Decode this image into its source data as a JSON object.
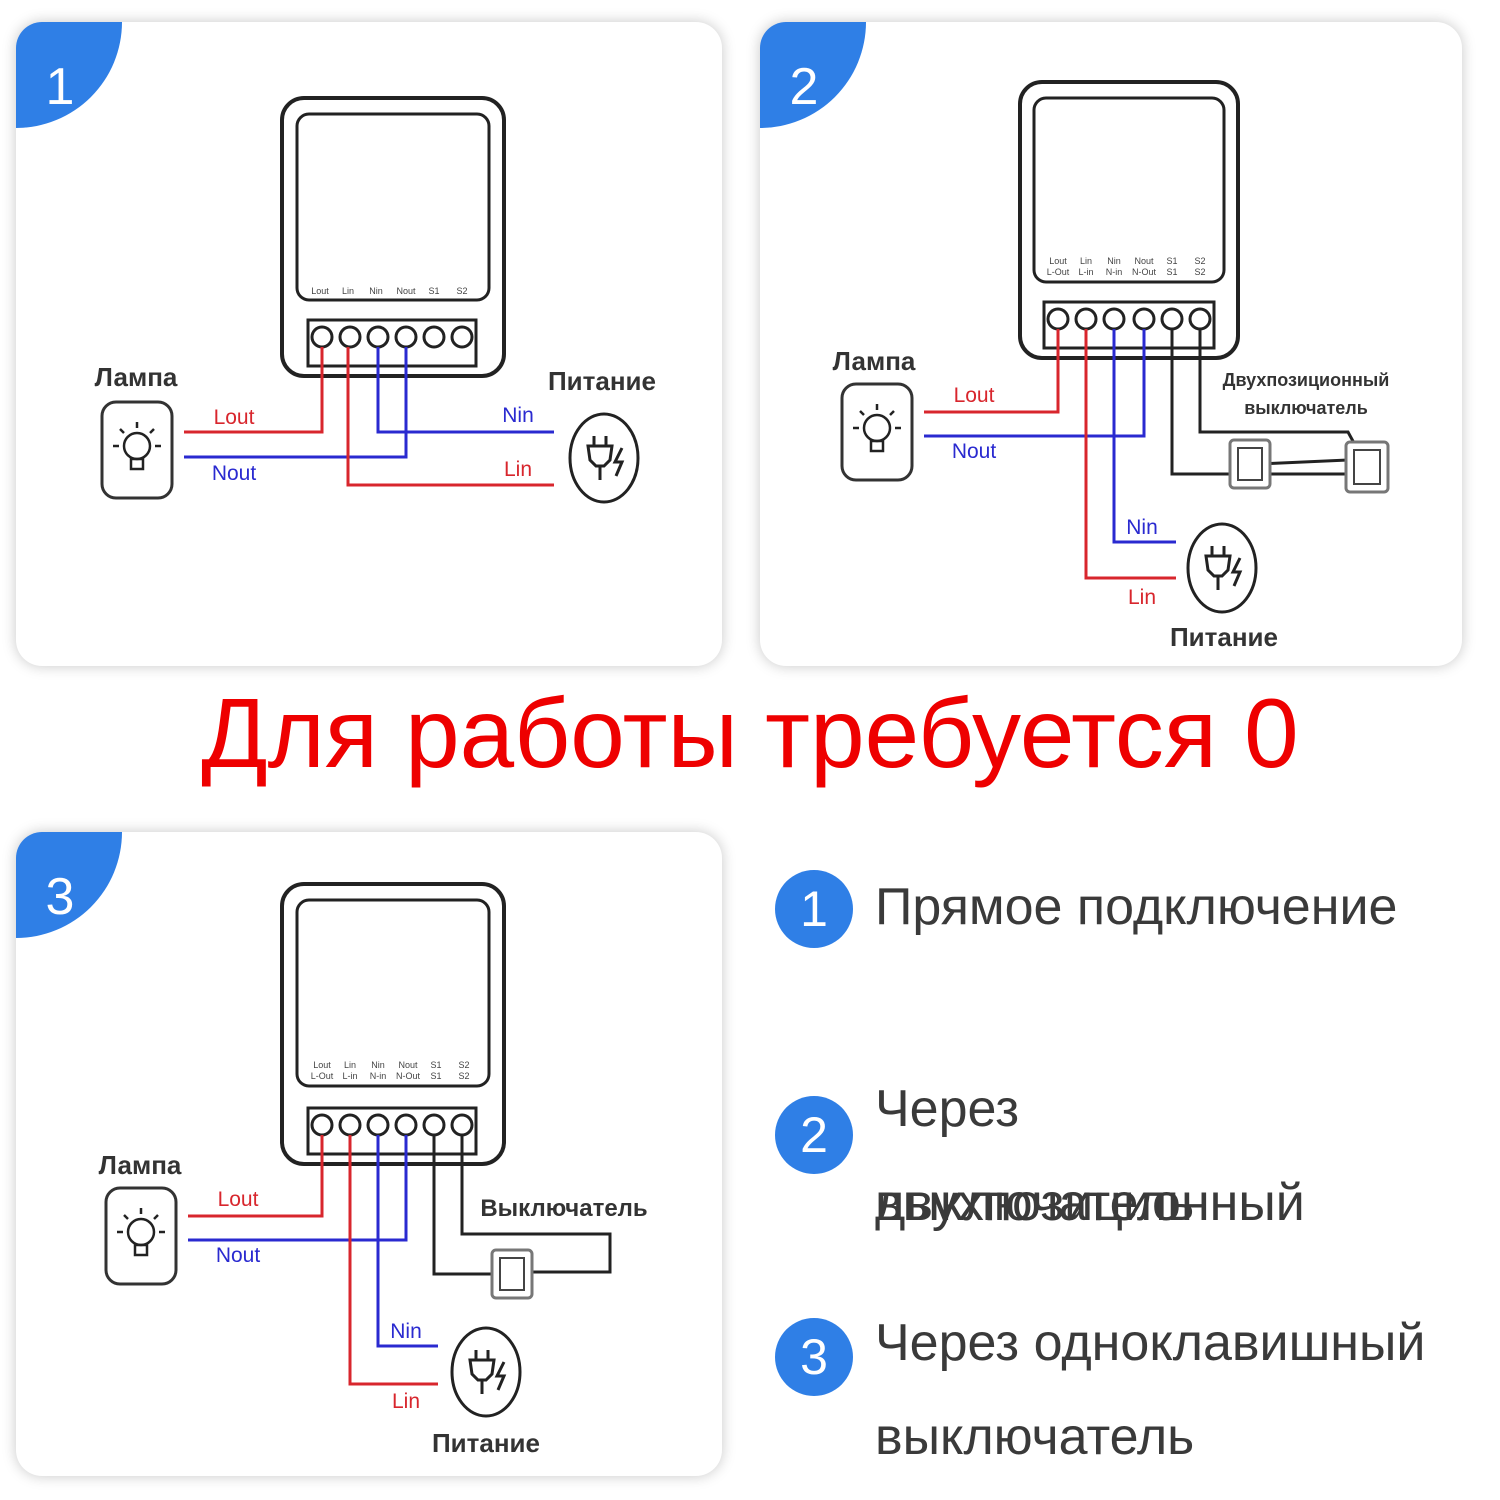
{
  "headline": "Для работы требуется 0",
  "panels": [
    {
      "badge": "1",
      "terminals_top": [
        "Lout",
        "Lin",
        "Nin",
        "Nout",
        "S1",
        "S2"
      ],
      "terminals_bottom": [
        "",
        "",
        "",
        "",
        "",
        ""
      ],
      "lamp_label": "Лампа",
      "power_label": "Питание",
      "wires": {
        "lout": "Lout",
        "nout": "Nout",
        "nin": "Nin",
        "lin": "Lin"
      }
    },
    {
      "badge": "2",
      "terminals_top": [
        "Lout",
        "Lin",
        "Nin",
        "Nout",
        "S1",
        "S2"
      ],
      "terminals_bottom": [
        "L-Out",
        "L-in",
        "N-in",
        "N-Out",
        "S1",
        "S2"
      ],
      "lamp_label": "Лампа",
      "power_label": "Питание",
      "switch_label_line1": "Двухпозиционный",
      "switch_label_line2": "выключатель",
      "wires": {
        "lout": "Lout",
        "nout": "Nout",
        "nin": "Nin",
        "lin": "Lin"
      }
    },
    {
      "badge": "3",
      "terminals_top": [
        "Lout",
        "Lin",
        "Nin",
        "Nout",
        "S1",
        "S2"
      ],
      "terminals_bottom": [
        "L-Out",
        "L-in",
        "N-in",
        "N-Out",
        "S1",
        "S2"
      ],
      "lamp_label": "Лампа",
      "power_label": "Питание",
      "switch_label": "Выключатель",
      "wires": {
        "lout": "Lout",
        "nout": "Nout",
        "nin": "Nin",
        "lin": "Lin"
      }
    }
  ],
  "legend": [
    {
      "num": "1",
      "line1": "Прямое подключение",
      "line2": ""
    },
    {
      "num": "2",
      "line1": "Через двухпозиционный",
      "line2": "выключатель"
    },
    {
      "num": "3",
      "line1": "Через одноклавишный",
      "line2": "выключатель"
    }
  ],
  "colors": {
    "accent_blue": "#2f7fe6",
    "wire_red": "#d8262d",
    "wire_blue": "#2a2ad0",
    "headline_red": "#ee0000"
  }
}
